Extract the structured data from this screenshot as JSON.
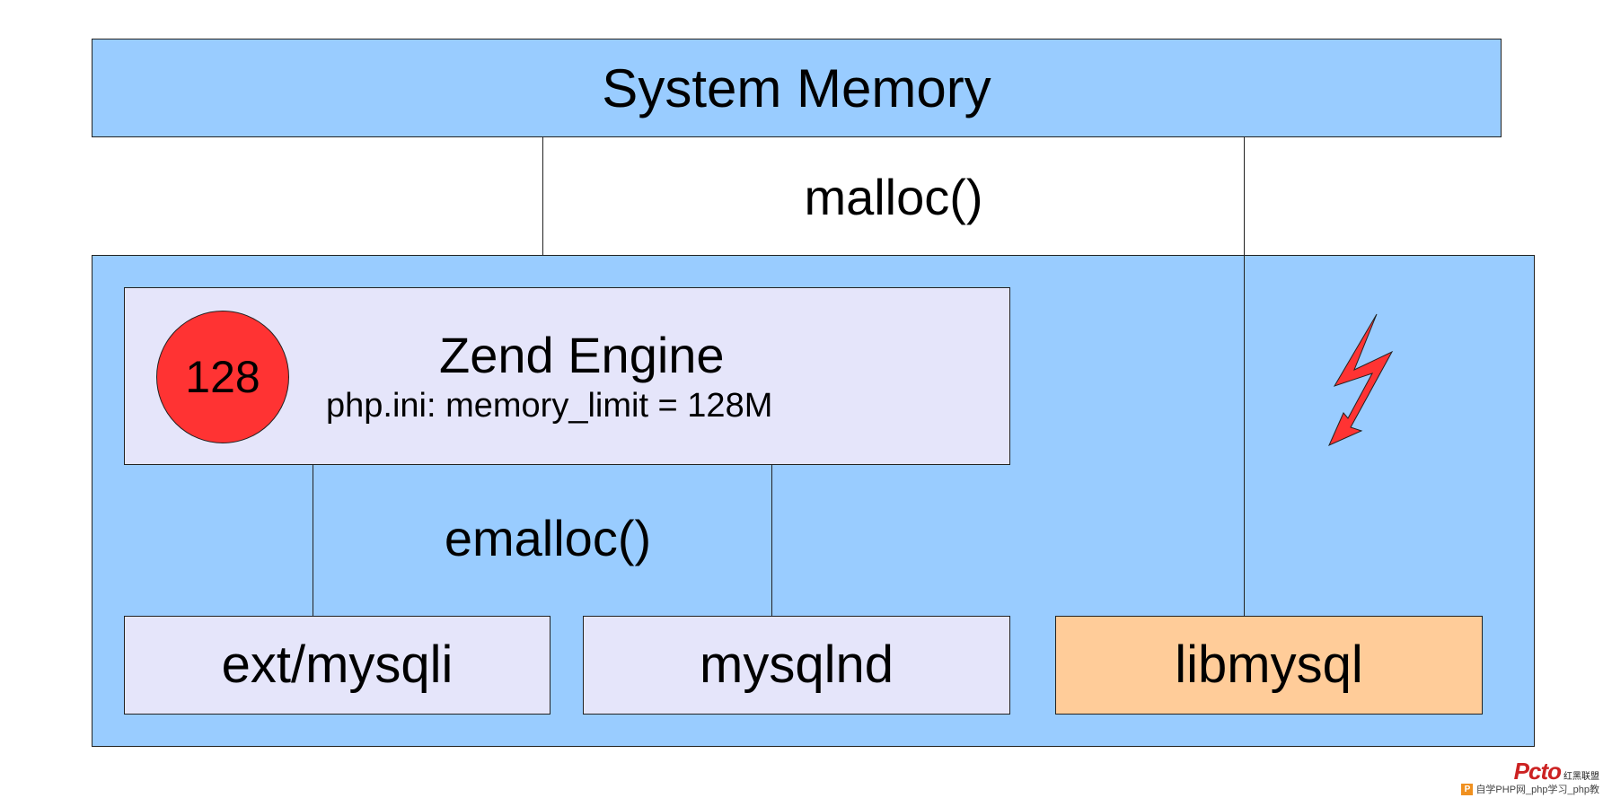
{
  "diagram": {
    "system_memory": {
      "label": "System Memory",
      "fill": "#99ccff"
    },
    "malloc_label": "malloc()",
    "php_area": {
      "fill": "#99ccff"
    },
    "zend_engine": {
      "title": "Zend Engine",
      "subtitle": "php.ini: memory_limit = 128M",
      "fill": "#e5e5fa"
    },
    "limit_badge": {
      "value": "128",
      "fill": "#ff3333"
    },
    "emalloc_label": "emalloc()",
    "modules": [
      {
        "label": "ext/mysqli",
        "fill": "#e5e5fa"
      },
      {
        "label": "mysqlnd",
        "fill": "#e5e5fa"
      },
      {
        "label": "libmysql",
        "fill": "#ffcc99"
      }
    ],
    "warning_icon": {
      "icon": "lightning-bolt-icon",
      "color": "#ff3333"
    }
  },
  "watermark": {
    "logo": "Pcto",
    "side_text": "红黑联盟",
    "caption": "自学PHP网_php学习_php教"
  }
}
